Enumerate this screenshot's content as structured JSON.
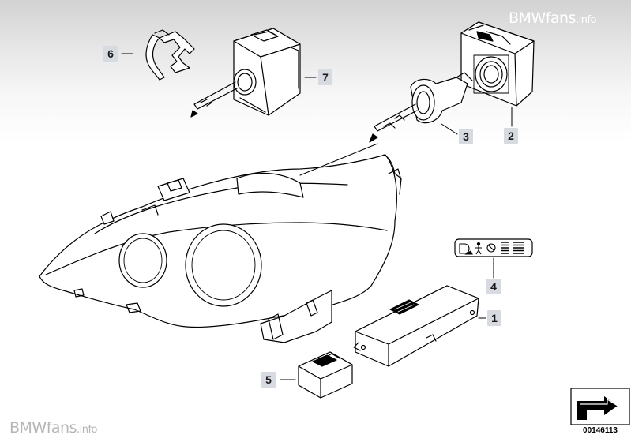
{
  "watermark": {
    "brand": "BMWfans",
    "suffix": ".info"
  },
  "callouts": [
    {
      "label": "1"
    },
    {
      "label": "2"
    },
    {
      "label": "3"
    },
    {
      "label": "4"
    },
    {
      "label": "5"
    },
    {
      "label": "6"
    },
    {
      "label": "7"
    }
  ],
  "diagram_number": "00146113",
  "icons": [
    "forward-arrow-icon",
    "headlight-range-indicator-icon"
  ]
}
